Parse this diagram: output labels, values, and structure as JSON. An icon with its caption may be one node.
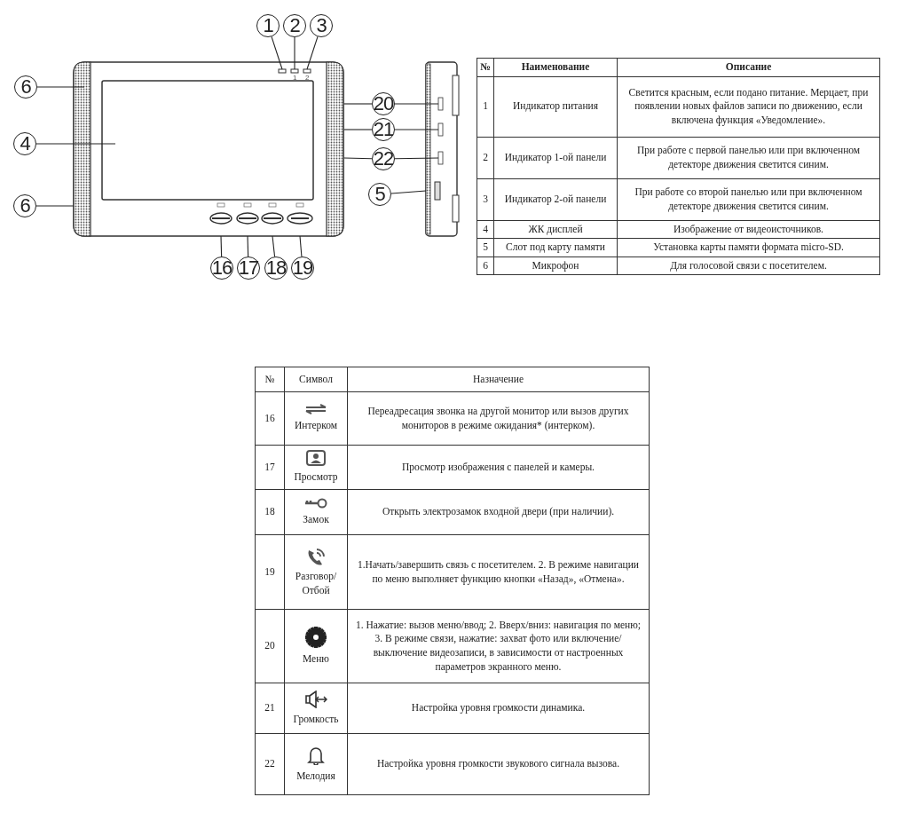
{
  "diagram": {
    "nodes": [
      {
        "text": [
          "1"
        ]
      },
      {
        "text": [
          "2"
        ]
      },
      {
        "text": [
          "3"
        ]
      },
      {
        "text": [
          "6"
        ]
      },
      {
        "text": [
          "4"
        ]
      },
      {
        "text": [
          "6"
        ]
      },
      {
        "text": [
          "20"
        ]
      },
      {
        "text": [
          "21"
        ]
      },
      {
        "text": [
          "22"
        ]
      },
      {
        "text": [
          "5"
        ]
      },
      {
        "text": [
          "16"
        ]
      },
      {
        "text": [
          "17"
        ]
      },
      {
        "text": [
          "18"
        ]
      },
      {
        "text": [
          "19"
        ]
      },
      {
        "text": [],
        "shape": "picture"
      },
      {
        "text": [],
        "shape": "picture"
      },
      {
        "text": [],
        "shape": "box",
        "in": 14
      },
      {
        "text": [],
        "shape": "box",
        "in": 14
      },
      {
        "text": [],
        "shape": "box",
        "in": 14
      }
    ],
    "edges": [
      {
        "from": 0,
        "to": 16,
        "arrow": "none"
      },
      {
        "from": 1,
        "to": 17,
        "arrow": "none"
      },
      {
        "from": 2,
        "to": 18,
        "arrow": "none"
      },
      {
        "from": 3,
        "to": 14,
        "arrow": "none"
      },
      {
        "from": 4,
        "to": 14,
        "arrow": "none"
      },
      {
        "from": 5,
        "to": 14,
        "arrow": "none"
      },
      {
        "from": 6,
        "to": 14,
        "arrow": "none"
      },
      {
        "from": 6,
        "to": 15,
        "arrow": "none"
      },
      {
        "from": 7,
        "to": 14,
        "arrow": "none"
      },
      {
        "from": 7,
        "to": 15,
        "arrow": "none"
      },
      {
        "from": 8,
        "to": 14,
        "arrow": "none"
      },
      {
        "from": 8,
        "to": 15,
        "arrow": "none"
      },
      {
        "from": 9,
        "to": 15,
        "arrow": "none"
      },
      {
        "from": 10,
        "to": 14,
        "arrow": "none"
      },
      {
        "from": 11,
        "to": 14,
        "arrow": "none"
      },
      {
        "from": 12,
        "to": 14,
        "arrow": "none"
      },
      {
        "from": 13,
        "to": 14,
        "arrow": "none"
      }
    ],
    "labels": [
      "1",
      "2",
      "№",
      "Наименование",
      "Описание",
      "1",
      "Индикатор питания",
      "Светится красным, если подано питание. Мерцает, при появлении новых файлов записи по движению, если включена функция «Уведомление».",
      "2",
      "Индикатор 1-ой панели",
      "При работе с первой панелью или при включенном детекторе движения светится синим.",
      "3",
      "Индикатор 2-ой панели",
      "При работе со второй панелью или при включенном детекторе движения светится синим.",
      "4",
      "ЖК дисплей",
      "Изображение от видеоисточников.",
      "5",
      "Слот под карту памяти",
      "Установка карты памяти формата micro-SD.",
      "6",
      "Микрофон",
      "Для голосовой связи с посетителем.",
      "№",
      "Символ",
      "Назначение",
      "16",
      "Интерком",
      "Переадресация звонка на другой монитор или вызов других мониторов в режиме ожидания* (интерком).",
      "17",
      "Просмотр",
      "Просмотр изображения с панелей и камеры.",
      "18",
      "Замок",
      "Открыть электрозамок входной двери (при наличии).",
      "19",
      "Разговор/ Отбой",
      "1.Начать/завершить связь с посетителем. 2. В режиме навигации по меню выполняет функцию кнопки «Назад», «Отмена».",
      "20",
      "Меню",
      "1. Нажатие: вызов меню/ввод; 2. Вверх/вниз: навигация по меню; 3. В режиме связи, нажатие: захват фото или включение/выключение видеозаписи, в зависимости от настроенных параметров экранного меню.",
      "21",
      "Громкость",
      "Настройка уровня громкости динамика.",
      "22",
      "Мелодия",
      "Настройка уровня громкости звукового сигнала вызова."
    ]
  }
}
